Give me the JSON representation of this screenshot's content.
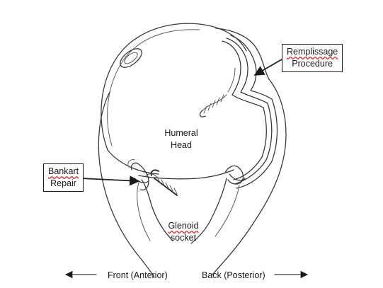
{
  "labels": {
    "humeral_head": [
      "Humeral",
      "Head"
    ],
    "glenoid_socket": [
      "Glenoid",
      "socket"
    ],
    "remplissage": [
      "Remplissage",
      "Procedure"
    ],
    "bankart": [
      "Bankart",
      "Repair"
    ]
  },
  "footer": {
    "front": "Front (Anterior)",
    "back": "Back (Posterior)"
  },
  "colors": {
    "line": "#3a3a3a",
    "text": "#1a1a1a",
    "spellcheck_underline": "#dd2222",
    "background": "#ffffff"
  }
}
